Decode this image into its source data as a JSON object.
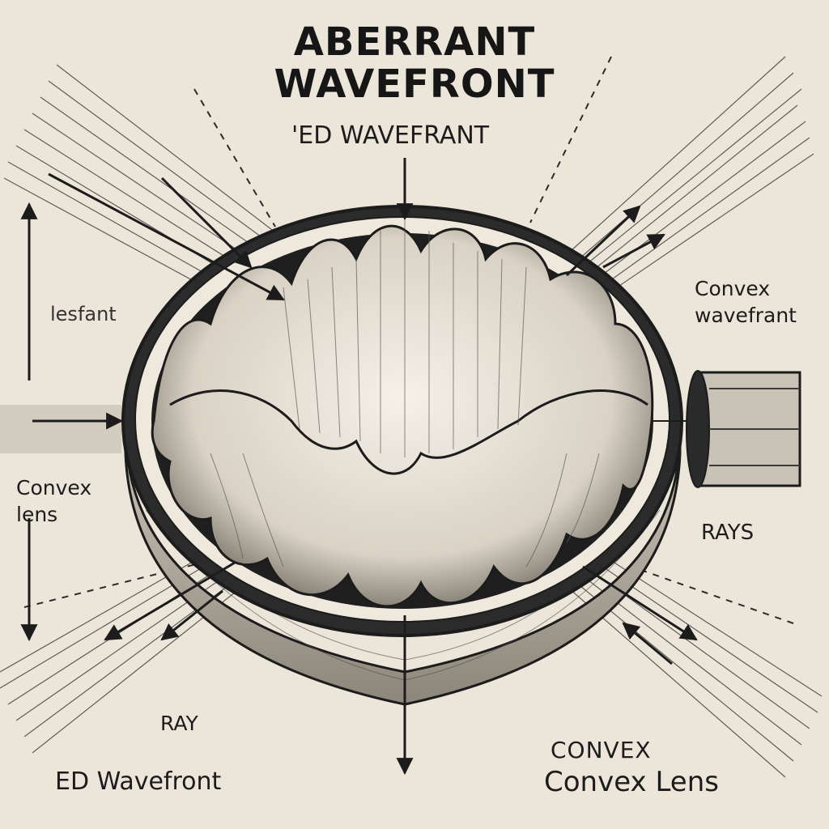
{
  "labels": {
    "title_line1": "ABERRANT",
    "title_line2": "WAVEFRONT",
    "subtitle": "'ED WAVEFRANT",
    "left_upper": "lesfant",
    "right_upper_line1": "Convex",
    "right_upper_line2": "wavefrant",
    "left_mid_line1": "Convex",
    "left_mid_line2": "lens",
    "right_mid": "RAYS",
    "left_bottom_small": "RAY",
    "bottom_left": "ED Wavefront",
    "bottom_right_caps": "CONVEX",
    "bottom_right": "Convex Lens"
  },
  "colors": {
    "paper": "#ece6da",
    "ink": "#1c1c1c",
    "lens_fill": "#f3eee4",
    "lens_shadow": "#2a2a2a"
  }
}
